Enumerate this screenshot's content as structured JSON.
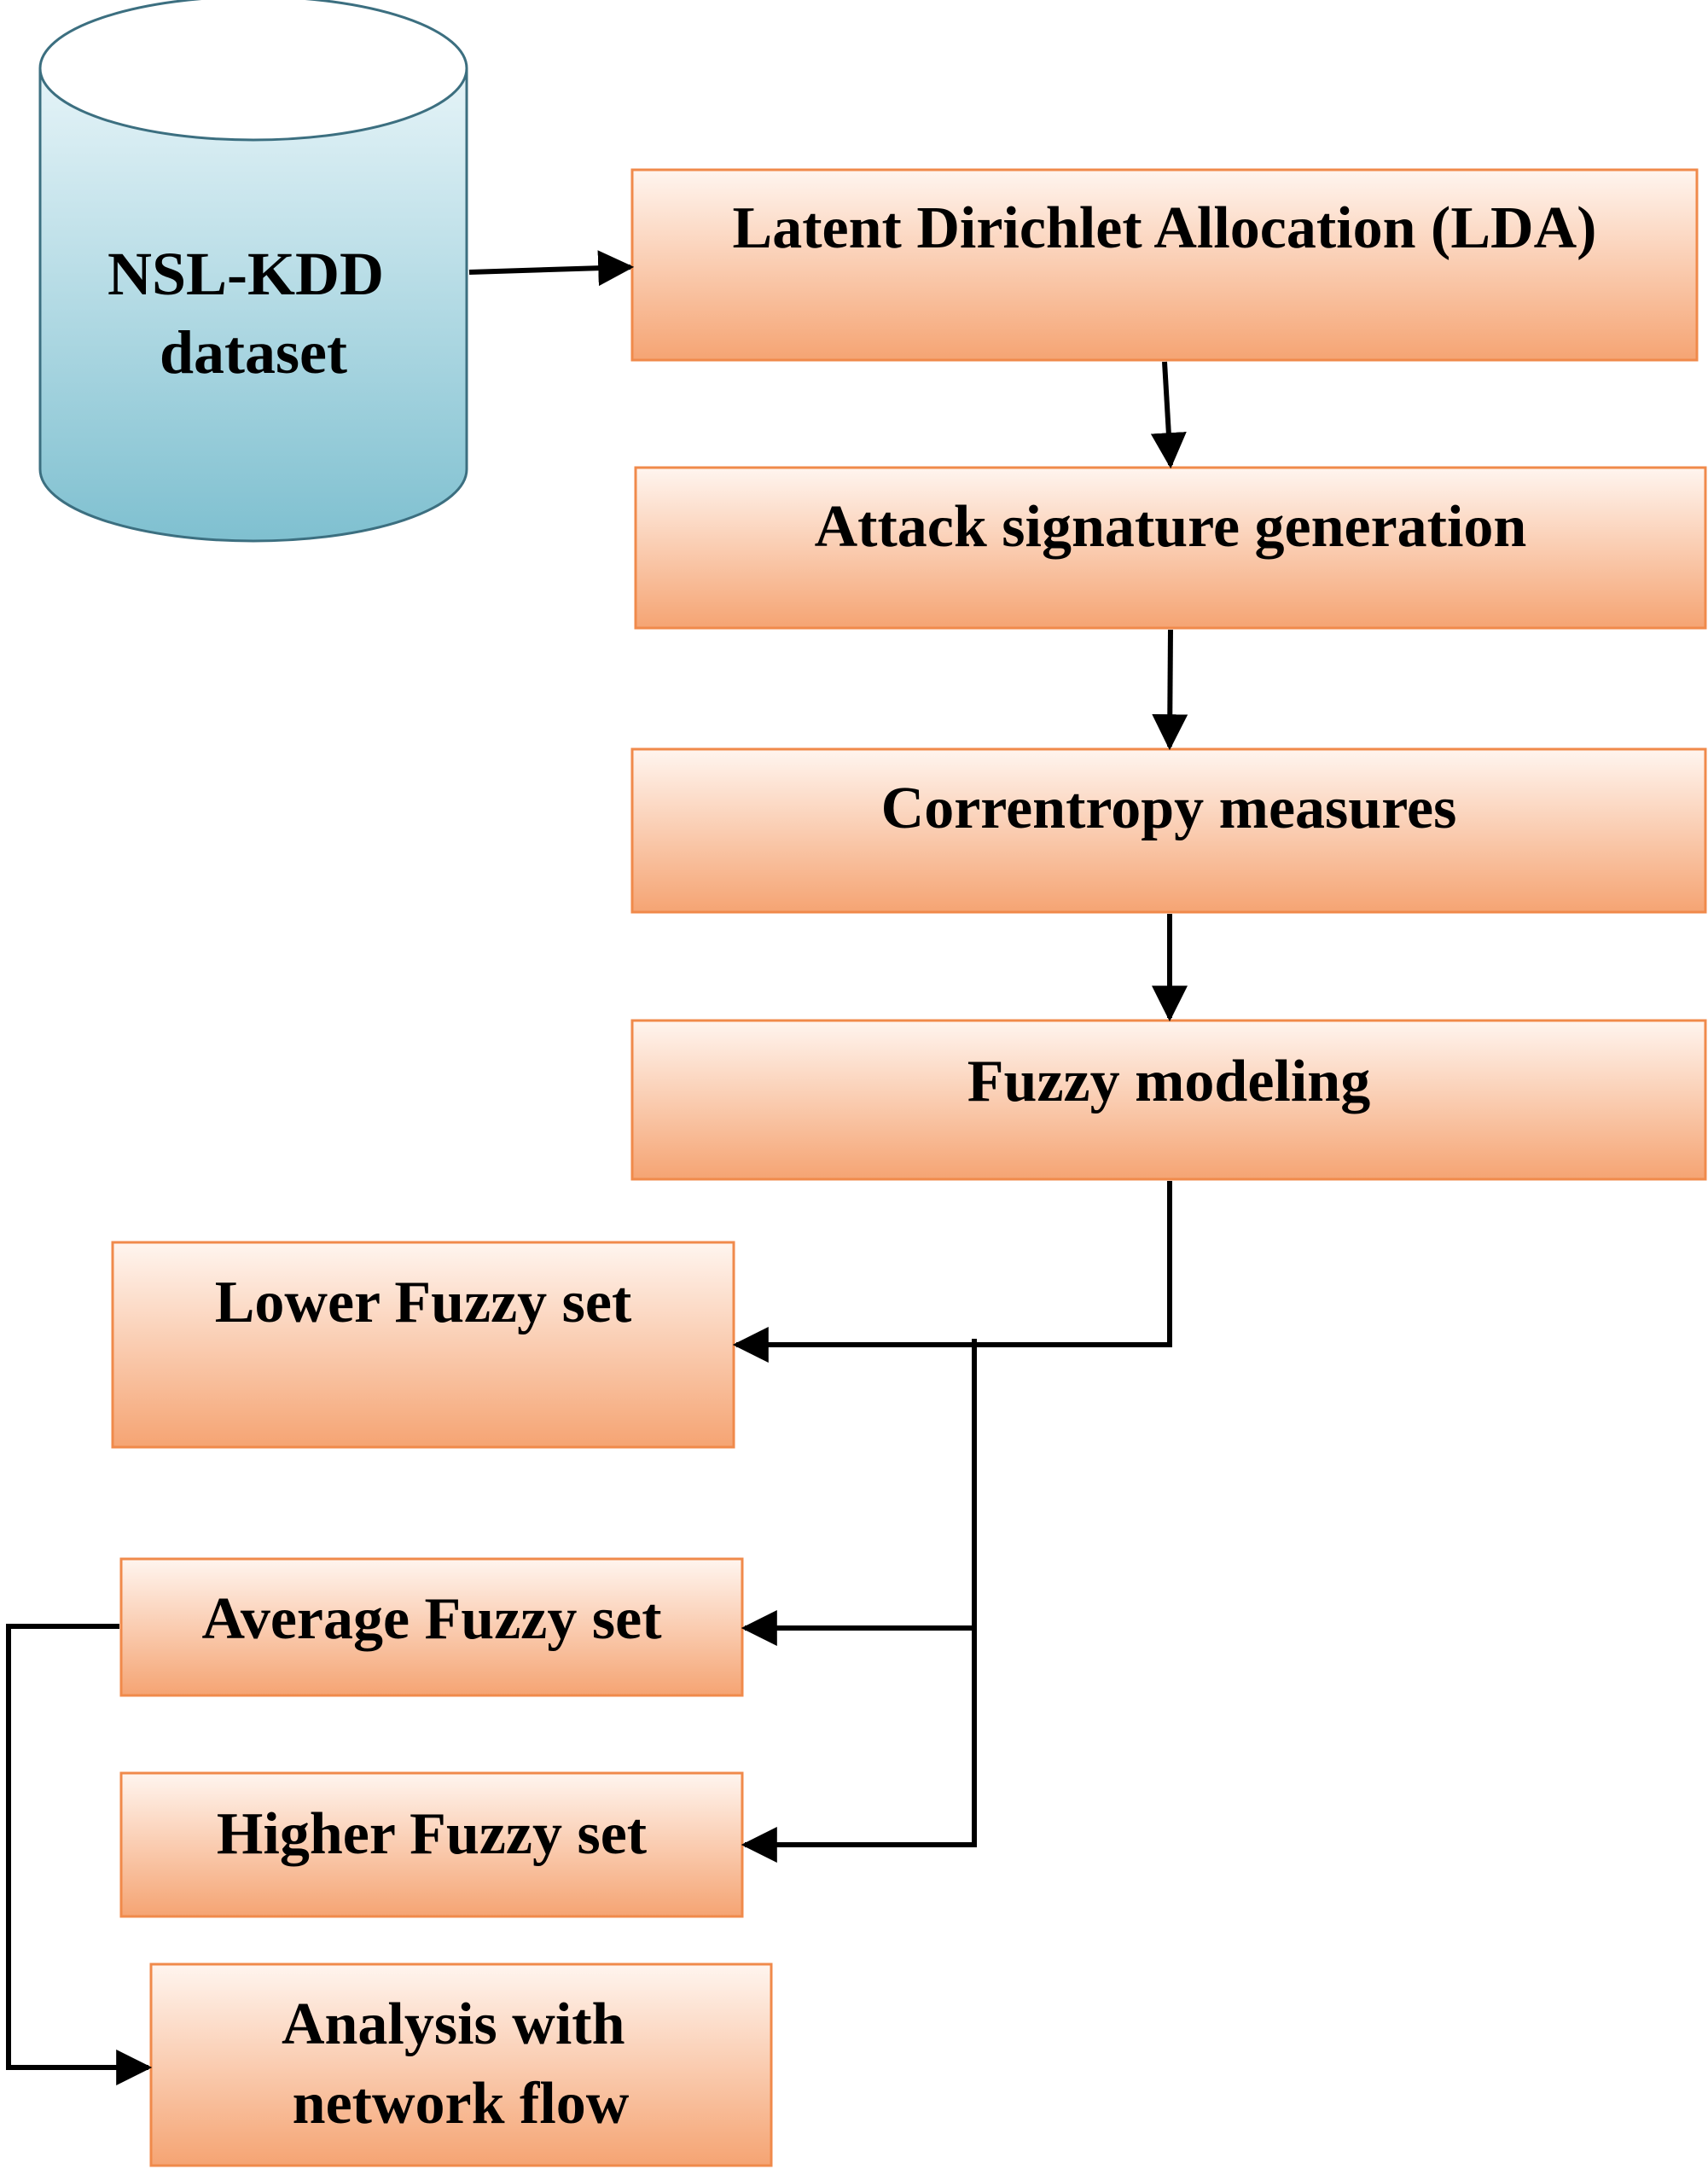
{
  "database": {
    "lines": [
      "NSL-KDD",
      "dataset"
    ]
  },
  "steps": {
    "lda": "Latent Dirichlet Allocation (LDA)",
    "attack_signature": "Attack signature generation",
    "correntropy": "Correntropy measures",
    "fuzzy_modeling": "Fuzzy modeling"
  },
  "fuzzy_sets": {
    "lower": "Lower Fuzzy set",
    "average": "Average Fuzzy set",
    "higher": "Higher Fuzzy set"
  },
  "analysis": {
    "lines": [
      "Analysis with",
      "network flow"
    ]
  },
  "colors": {
    "box_top": "#fff5ef",
    "box_bottom": "#f5a473",
    "box_border": "#f08a4b",
    "cylinder_top": "#e6f4f8",
    "cylinder_bottom": "#7fc0d0",
    "cylinder_border": "#3c6f80",
    "connector": "#000000"
  }
}
